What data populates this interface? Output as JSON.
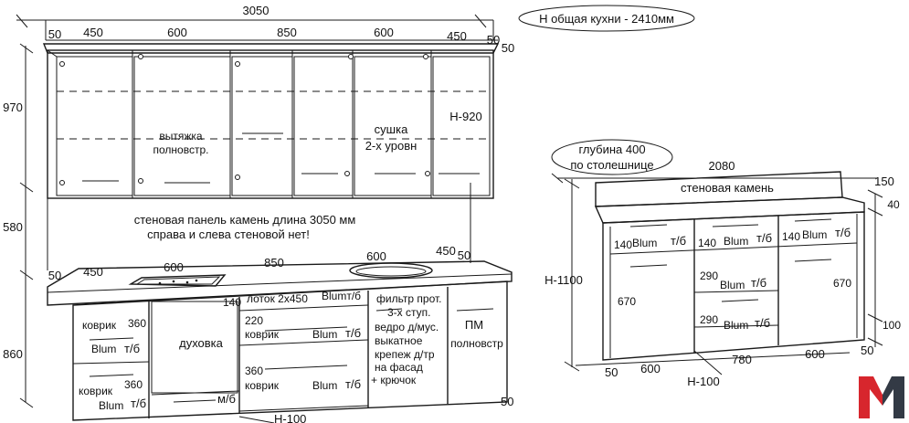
{
  "colors": {
    "line": "#1a1a1a",
    "logo_red": "#d7262d",
    "logo_dark": "#333a45"
  },
  "main": {
    "total_width": "3050",
    "height_note": "H общая кухни - 2410мм",
    "upper_dims": [
      "50",
      "450",
      "600",
      "850",
      "600",
      "450",
      "50"
    ],
    "upper_right_50": "50",
    "upper_height": "970",
    "gap_height": "580",
    "lower_height": "860",
    "lower_dims": [
      "50",
      "450",
      "600",
      "850",
      "600",
      "450",
      "50"
    ],
    "hood_label": [
      "вытяжка",
      "полновстр."
    ],
    "dryer_label": [
      "сушка",
      "2-х уровн"
    ],
    "upper_h": "H-920",
    "wall_panel_note": [
      "стеновая панель камень длина 3050 мм",
      "справа и слева стеновой нет!"
    ],
    "oven": "духовка",
    "mb": "м/б",
    "plinth": "H-100",
    "bottom_right_50": "50",
    "rug": "коврик",
    "blum": "Blum",
    "tb": "т/б",
    "n360a": "360",
    "n360b": "360",
    "n140": "140",
    "tray": "лоток 2х450",
    "blum_tb": "Blumт/б",
    "n220": "220",
    "n360c": "360",
    "filter_note": [
      "фильтр прот.",
      "3-х ступ.",
      "ведро д/мус.",
      "выкатное",
      "крепеж д/тр",
      "на фасад",
      "+ крючок"
    ],
    "dishwasher": [
      "ПМ",
      "полновстр"
    ]
  },
  "side": {
    "depth_note": [
      "глубина 400",
      "по столешнице"
    ],
    "width": "2080",
    "wall_stone": "стеновая камень",
    "n150": "150",
    "n40": "40",
    "height": "H-1100",
    "n140a": "140",
    "n140b": "140",
    "n140c": "140",
    "n670a": "670",
    "n670b": "670",
    "n290a": "290",
    "n290b": "290",
    "blum": "Blum",
    "tb": "т/б",
    "n100": "100",
    "n50a": "50",
    "n50b": "50",
    "n600a": "600",
    "n780": "780",
    "n600b": "600",
    "plinth": "H-100"
  },
  "logo": {
    "letter": "M"
  }
}
